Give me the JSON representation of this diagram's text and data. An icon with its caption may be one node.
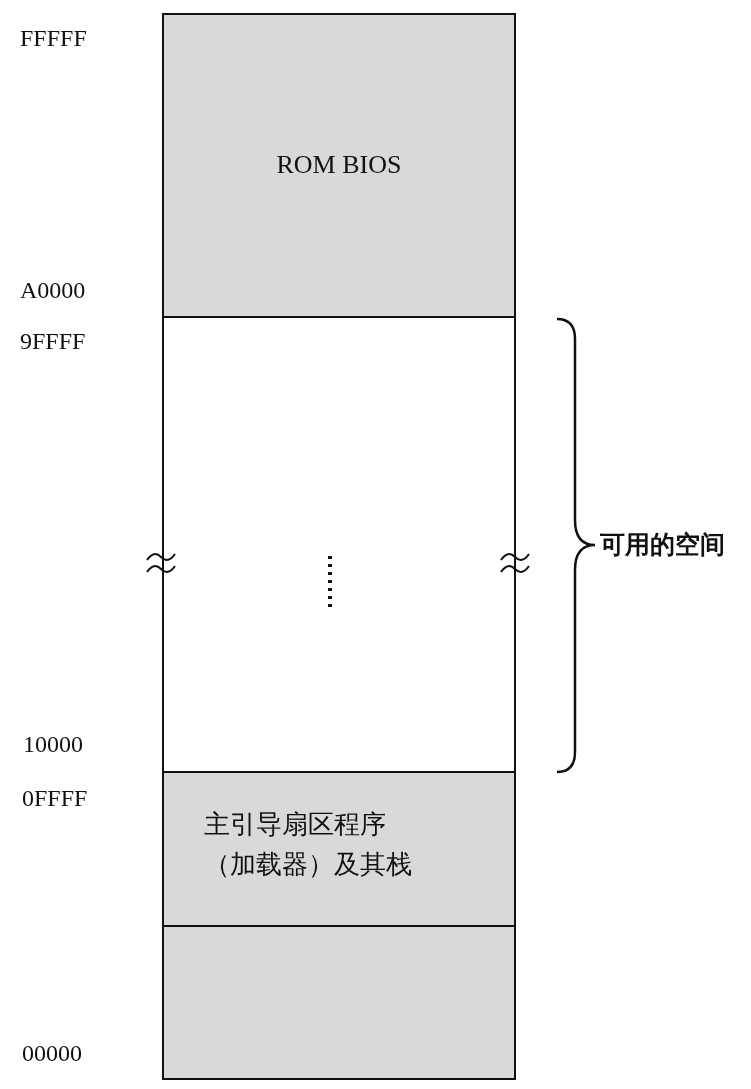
{
  "diagram": {
    "nodes": [
      {
        "text": [
          "ROM BIOS"
        ]
      },
      {
        "text": [],
        "shape": "box"
      },
      {
        "text": [
          "主引导扇区程序（加载器）及其栈"
        ]
      },
      {
        "text": [],
        "shape": "box"
      }
    ],
    "edges": [],
    "labels": [
      "FFFFF",
      "A0000",
      "9FFFF",
      "可用的空间",
      "10000",
      "0FFFF",
      "00000"
    ]
  }
}
